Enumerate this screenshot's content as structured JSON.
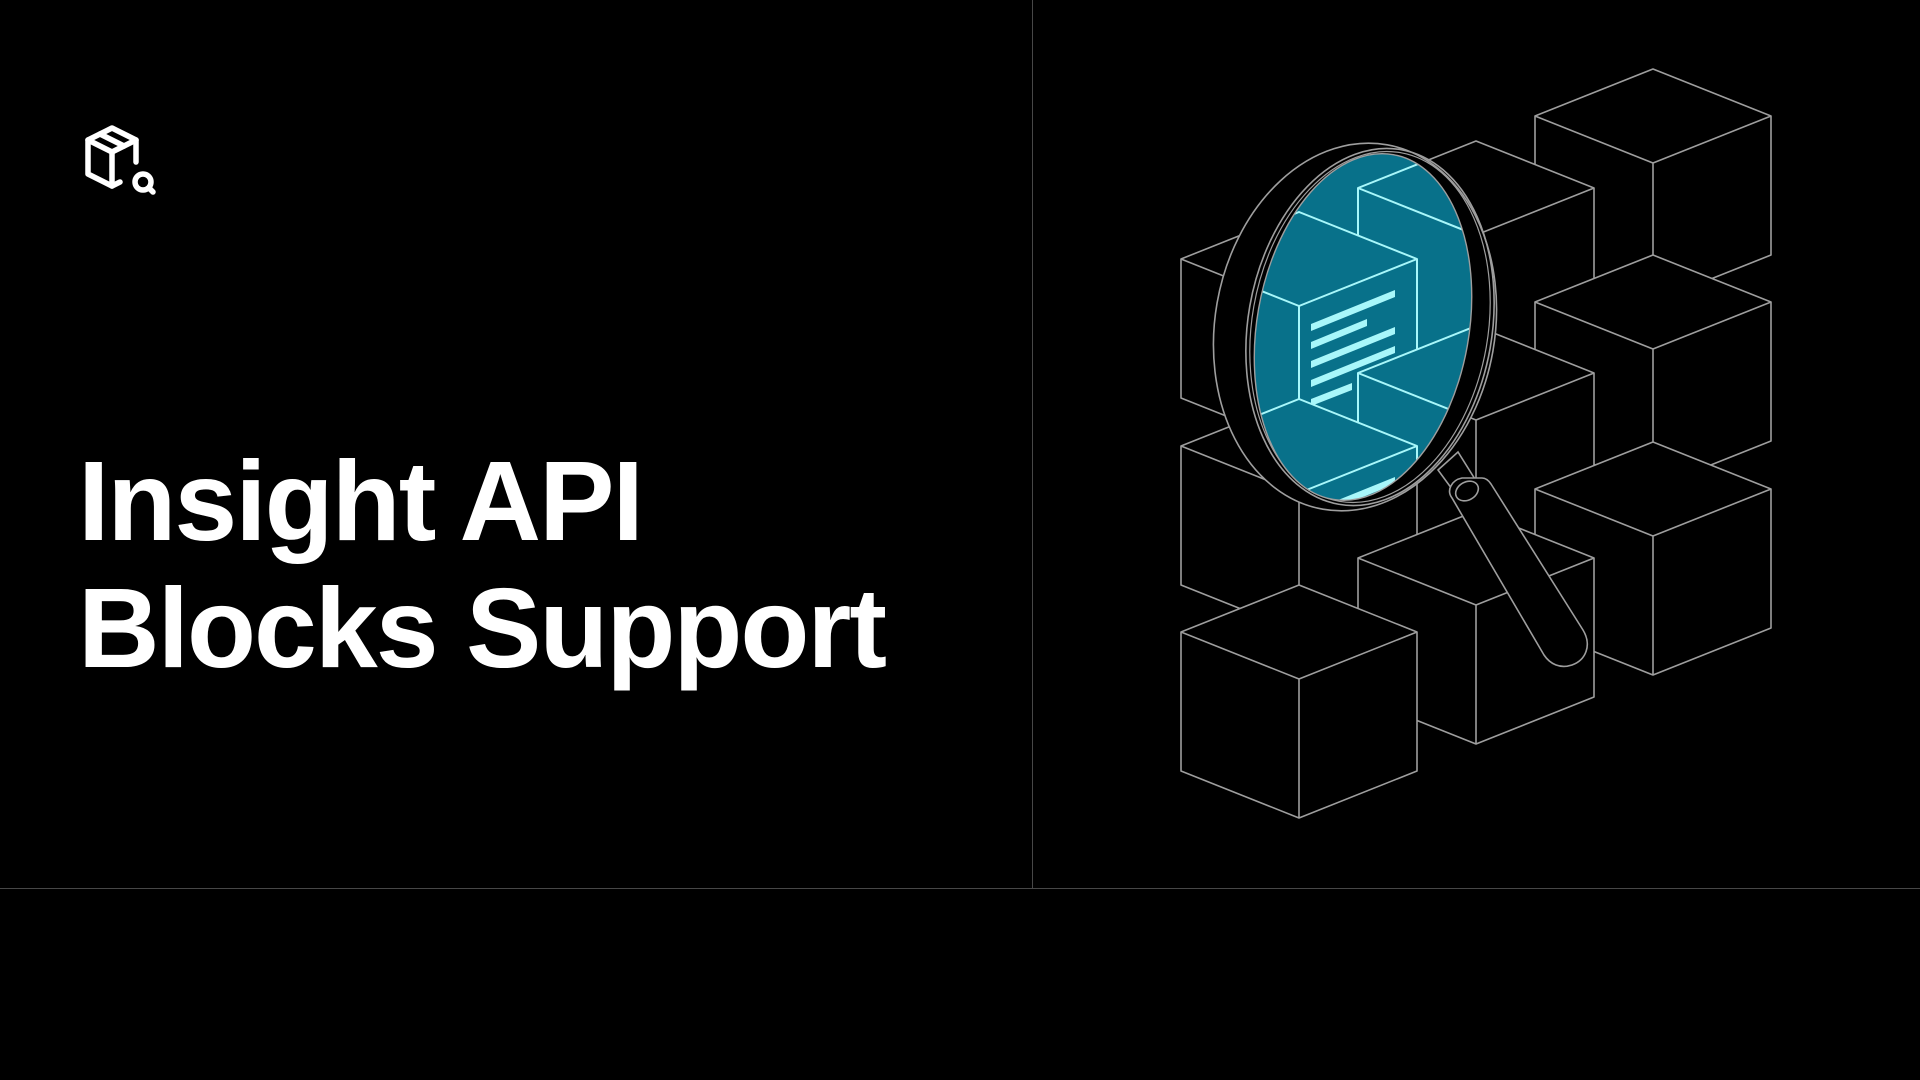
{
  "hero": {
    "logo": {
      "icon": "package-search-icon",
      "color": "#FFFFFF"
    },
    "title": {
      "line1": "Insight API",
      "line2": "Blocks Support"
    },
    "illustration": {
      "description": "isometric cube grid with magnifying glass revealing document blocks",
      "icon": "magnifying-glass-over-blocks-icon",
      "colors": {
        "background": "#000000",
        "cube_stroke": "#9E9E9E",
        "lens_fill": "#08718A",
        "lens_stroke": "#A8F7FA",
        "divider": "#474747"
      }
    }
  }
}
